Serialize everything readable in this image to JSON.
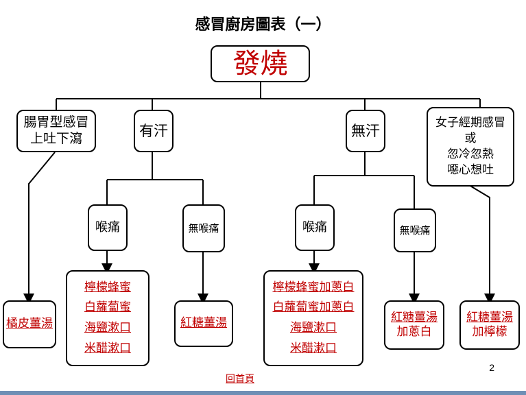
{
  "title": "感冒廚房圖表（一）",
  "root": {
    "label": "發燒",
    "color": "#c00000"
  },
  "branches": {
    "gastro": {
      "line1": "腸胃型感冒",
      "line2": "上吐下瀉"
    },
    "sweat": {
      "label": "有汗"
    },
    "nosweat": {
      "label": "無汗"
    },
    "female": {
      "line1": "女子經期感冒",
      "line2": "或",
      "line3": "忽冷忽熱",
      "line4": "噁心想吐"
    }
  },
  "sub": {
    "sweat_sore": "喉痛",
    "sweat_nosore": "無喉痛",
    "nosweat_sore": "喉痛",
    "nosweat_nosore": "無喉痛"
  },
  "remedies": {
    "gastro": [
      "橘皮薑湯"
    ],
    "sweat_sore": [
      "檸檬蜂蜜",
      "白蘿蔔蜜",
      "海鹽漱口",
      "米醋漱口"
    ],
    "sweat_nosore": [
      "紅糖薑湯"
    ],
    "nosweat_sore": [
      "檸檬蜂蜜加蔥白",
      "白蘿蔔蜜加蔥白",
      "海鹽漱口",
      "米醋漱口"
    ],
    "nosweat_nosore": [
      "紅糖薑湯",
      "加蔥白"
    ],
    "female": [
      "紅糖薑湯",
      "加檸檬"
    ]
  },
  "footer": {
    "home": "回首頁",
    "page": "2"
  }
}
